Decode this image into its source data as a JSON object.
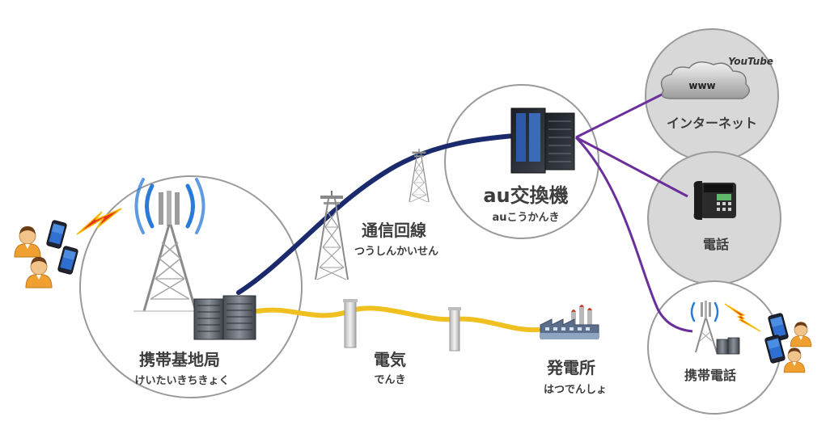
{
  "nodes": {
    "base_station": {
      "label": "携帯基地局",
      "reading": "けいたいきちきょく"
    },
    "comm_line": {
      "label": "通信回線",
      "reading": "つうしんかいせん"
    },
    "exchange": {
      "label": "au交換機",
      "reading": "auこうかんき"
    },
    "power": {
      "label": "電気",
      "reading": "でんき"
    },
    "power_plant": {
      "label": "発電所",
      "reading": "はつでんしょ"
    },
    "internet": {
      "label": "インターネット",
      "cloud_text": "www",
      "brand": "YouTube"
    },
    "telephone": {
      "label": "電話"
    },
    "mobile_phone": {
      "label": "携帯電話"
    }
  },
  "colors": {
    "comm_line": "#1a2a6c",
    "power_line": "#f0c020",
    "exchange_links": "#6a2f9a",
    "circle_border": "#9a9a9a",
    "circle_fill_gray": "#d6d6d6",
    "signal_blue": "#2a7ad8",
    "lightning_red": "#e8321a",
    "lightning_yellow": "#f5b800"
  }
}
